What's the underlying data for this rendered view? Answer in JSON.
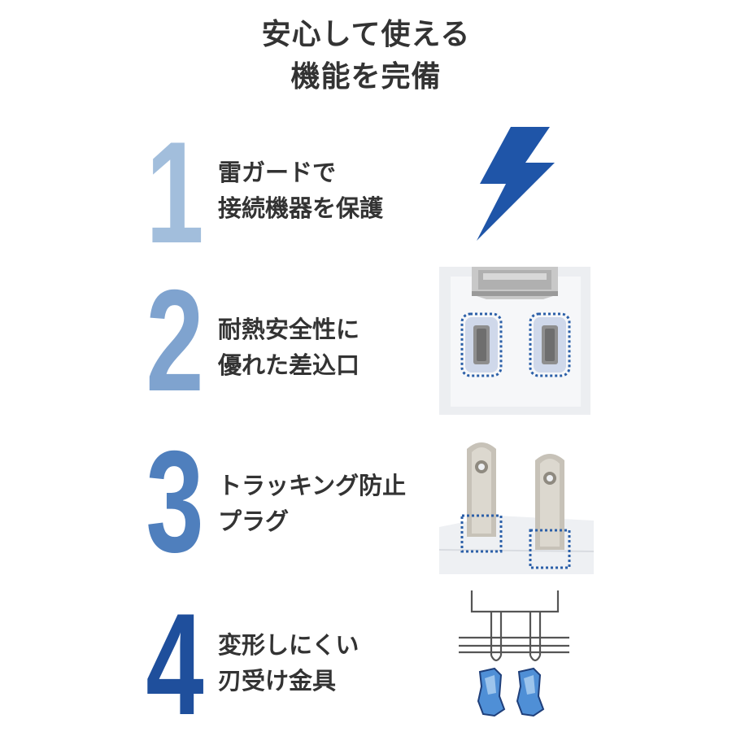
{
  "heading": {
    "line1": "安心して使える",
    "line2": "機能を完備"
  },
  "colors": {
    "num1": "#a2bedc",
    "num2": "#7fa3cf",
    "num3": "#4f7fbd",
    "num4": "#1f4f9c",
    "bolt": "#1f55a8",
    "dots": "#2b5fa8"
  },
  "features": [
    {
      "number": "1",
      "line1": "雷ガードで",
      "line2": "接続機器を保護",
      "icon": "lightning-bolt-icon"
    },
    {
      "number": "2",
      "line1": "耐熱安全性に",
      "line2": "優れた差込口",
      "icon": "outlet-socket-icon"
    },
    {
      "number": "3",
      "line1": "トラッキング防止",
      "line2": "プラグ",
      "icon": "plug-prongs-icon"
    },
    {
      "number": "4",
      "line1": "変形しにくい",
      "line2": "刃受け金具",
      "icon": "blade-receiver-icon"
    }
  ]
}
